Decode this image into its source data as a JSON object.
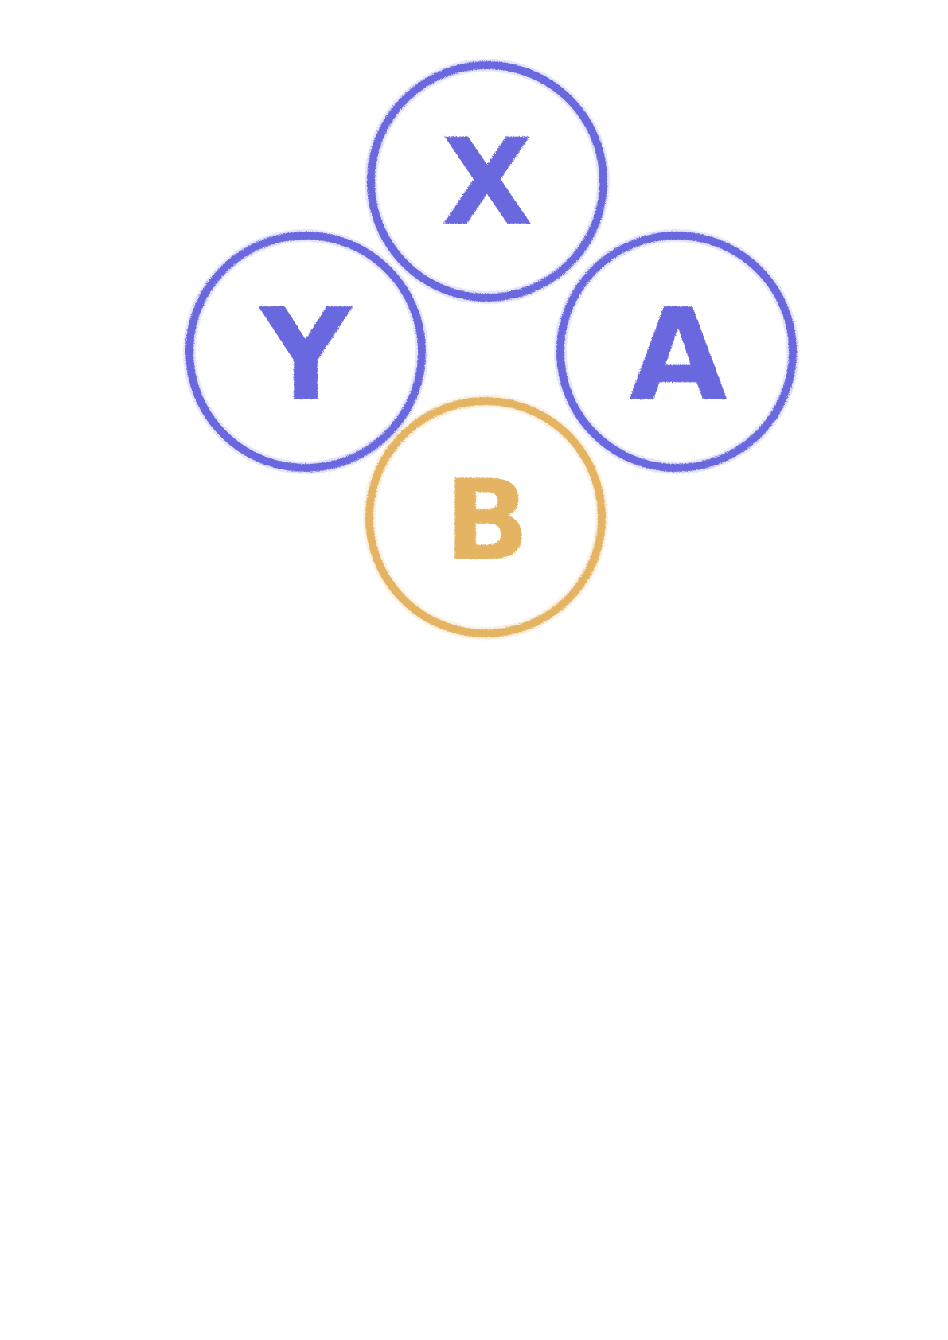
{
  "diagram": {
    "buttons": [
      {
        "key": "x",
        "label": "X",
        "color": "#6A67DF"
      },
      {
        "key": "y",
        "label": "Y",
        "color": "#6A67DF"
      },
      {
        "key": "a",
        "label": "A",
        "color": "#6A67DF"
      },
      {
        "key": "b",
        "label": "B",
        "color": "#E5B462"
      }
    ]
  }
}
